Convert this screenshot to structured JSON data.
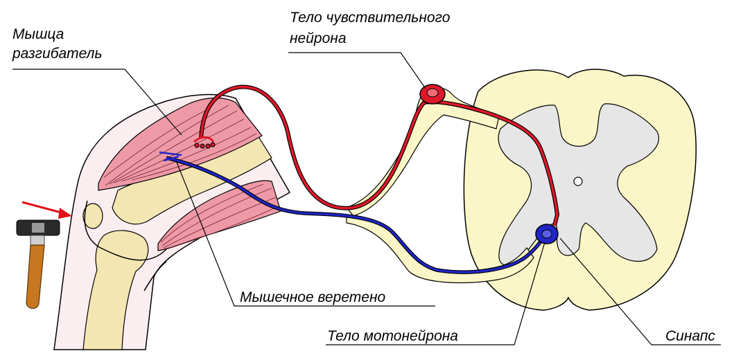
{
  "labels": {
    "muscle_line1": "Мышца",
    "muscle_line2": "разгибатель",
    "sensory_line1": "Тело чувствительного",
    "sensory_line2": "нейрона",
    "spindle": "Мышечное веретено",
    "motoneuron": "Тело мотонейрона",
    "synapse": "Синапс"
  },
  "colors": {
    "skin": "#fbeef0",
    "bone": "#f4e6b2",
    "muscle": "#ee9aa6",
    "spinal_cord": "#fbf6c7",
    "grey_matter": "#e6e6e6",
    "sensory_neuron": "#e0182a",
    "motor_neuron": "#1f25c8",
    "hammer_handle": "#c7771f",
    "hammer_head": "#2a2a2a",
    "arrow": "#e0101a"
  }
}
